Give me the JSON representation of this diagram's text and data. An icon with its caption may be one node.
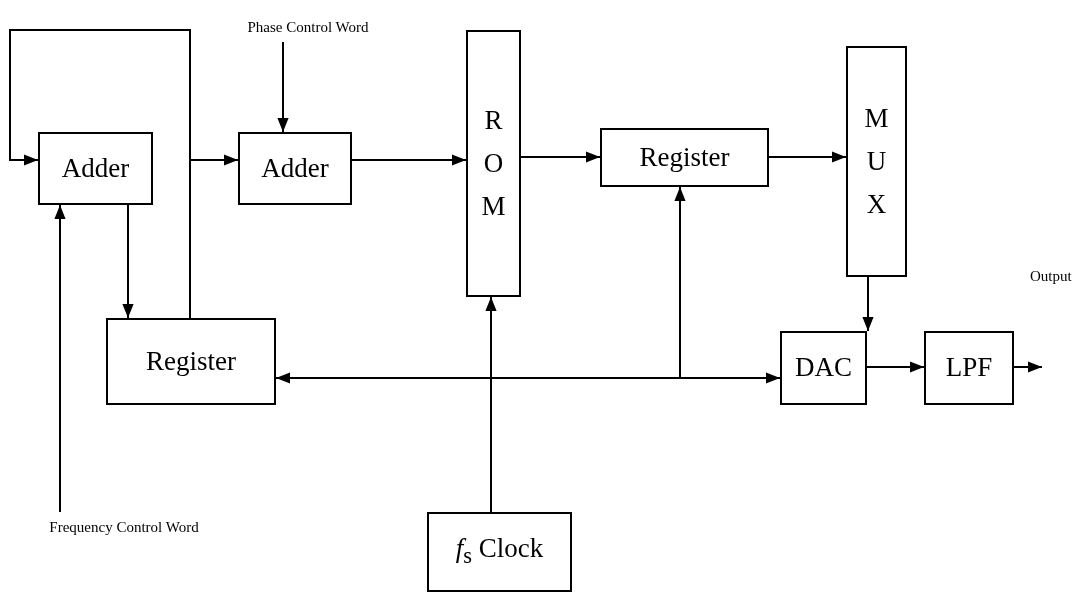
{
  "diagram": {
    "nodes": [
      {
        "text": [
          "Phase Control Word"
        ]
      },
      {
        "text": [
          "Adder"
        ]
      },
      {
        "text": [
          "Adder"
        ]
      },
      {
        "text": [
          "ROM"
        ]
      },
      {
        "text": [
          "Register"
        ]
      },
      {
        "text": [
          "MUX"
        ]
      },
      {
        "text": [
          "Frequency Control Word"
        ]
      },
      {
        "text": [
          "Register"
        ]
      },
      {
        "text": [
          "DAC"
        ]
      },
      {
        "text": [
          "LPF"
        ]
      },
      {
        "text": [
          "*f*$_{s}$ Clock"
        ]
      }
    ],
    "edges": [
      {
        "from": 0,
        "to": 2,
        "arrow": "to"
      },
      {
        "from": 6,
        "to": 1,
        "arrow": "to"
      },
      {
        "from": 1,
        "to": 7,
        "arrow": "to"
      },
      {
        "from": 7,
        "to": 1,
        "arrow": "to"
      },
      {
        "from": 7,
        "to": 2,
        "arrow": "to"
      },
      {
        "from": 2,
        "to": 3,
        "arrow": "to"
      },
      {
        "from": 3,
        "to": 4,
        "arrow": "to"
      },
      {
        "from": 4,
        "to": 5,
        "arrow": "to"
      },
      {
        "from": 5,
        "to": 8,
        "arrow": "to"
      },
      {
        "from": 8,
        "to": 9,
        "arrow": "to"
      },
      {
        "from": 9,
        "to": null,
        "arrow": "to"
      },
      {
        "from": 10,
        "to": 3,
        "arrow": "to"
      },
      {
        "from": 10,
        "to": 7,
        "arrow": "to"
      },
      {
        "from": 10,
        "to": 8,
        "arrow": "to"
      },
      {
        "from": 10,
        "to": 4,
        "arrow": "to"
      }
    ],
    "labels": [
      "Output"
    ]
  }
}
